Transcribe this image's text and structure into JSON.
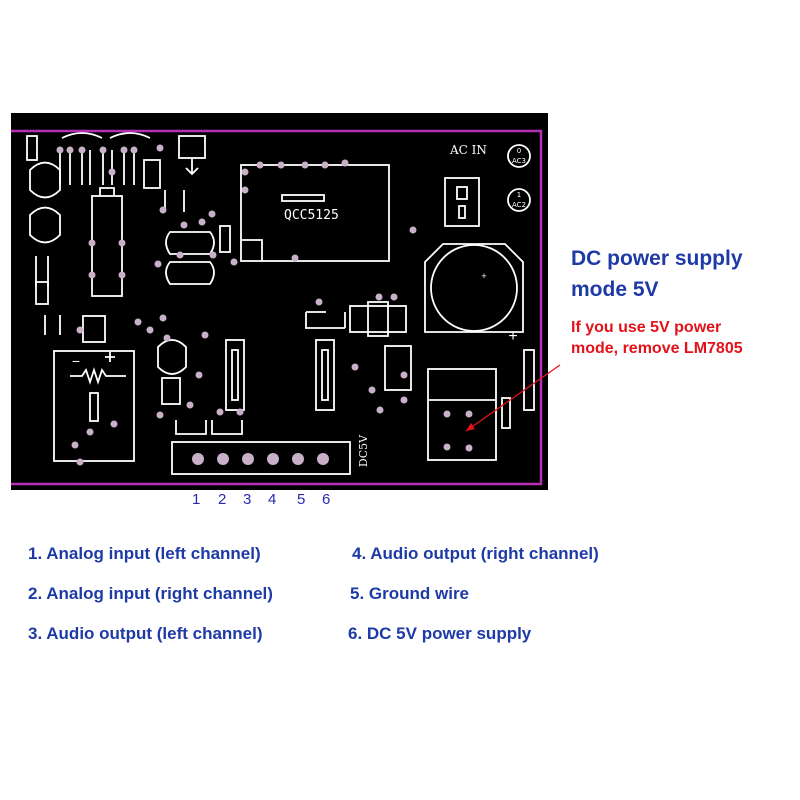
{
  "board": {
    "chip_label": "QCC5125",
    "ac_in_label": "AC IN",
    "ac3_num": "0",
    "ac3_label": "AC3",
    "ac2_num": "1",
    "ac2_label": "AC2",
    "dc5v_label": "DC5V",
    "plus_sign": "+",
    "minus_sign": "−"
  },
  "pins": [
    "1",
    "2",
    "3",
    "4",
    "5",
    "6"
  ],
  "callout": {
    "title_line1": "DC power supply",
    "title_line2": "mode 5V",
    "note_line1": "If you use 5V power",
    "note_line2": "mode, remove LM7805"
  },
  "legend": {
    "item1": "1. Analog input (left channel)",
    "item2": "2. Analog input (right channel)",
    "item3": "3. Audio output (left channel)",
    "item4": "4. Audio output (right channel)",
    "item5": "5. Ground wire",
    "item6": "6. DC 5V power supply"
  },
  "colors": {
    "board_bg": "#000000",
    "outline": "#b52fb5",
    "silkscreen": "#ffffff",
    "pad": "#c8b0c8",
    "title": "#1e3aa6",
    "note": "#e3121a",
    "arrow": "#e3121a"
  }
}
